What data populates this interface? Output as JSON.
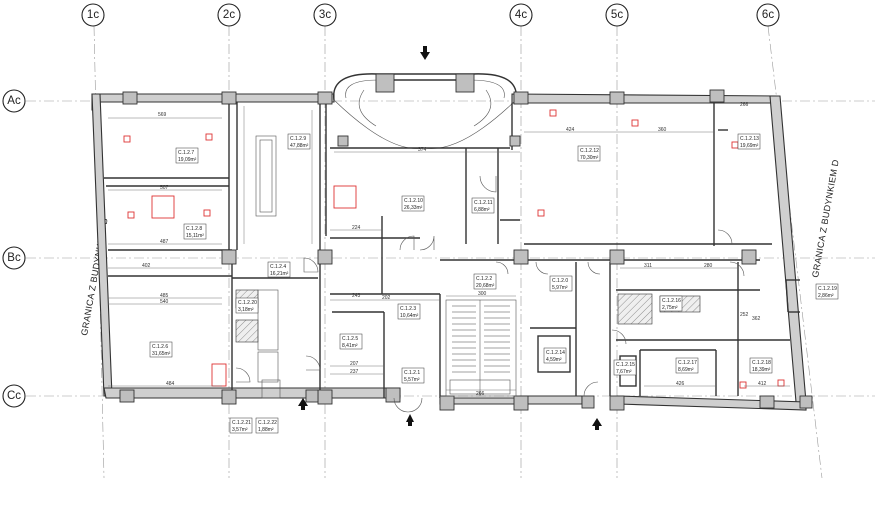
{
  "axes_vertical": [
    "1c",
    "2c",
    "3c",
    "4c",
    "5c",
    "6c"
  ],
  "axes_horizontal": [
    "Ac",
    "Bc",
    "Cc"
  ],
  "side_labels": {
    "left": "GRANICA Z BUDYNKIEM B",
    "right": "GRANICA Z BUDYNKIEM D"
  },
  "rooms": [
    {
      "id": "C.1.2.7",
      "area": "19,09m²"
    },
    {
      "id": "C.1.2.8",
      "area": "15,11m²"
    },
    {
      "id": "C.1.2.9",
      "area": "47,88m²"
    },
    {
      "id": "C.1.2.10",
      "area": "26,33m²"
    },
    {
      "id": "C.1.2.11",
      "area": "6,88m²"
    },
    {
      "id": "C.1.2.12",
      "area": "70,30m²"
    },
    {
      "id": "C.1.2.13",
      "area": "19,69m²"
    },
    {
      "id": "C.1.2.4",
      "area": "16,21m²"
    },
    {
      "id": "C.1.2.6",
      "area": "31,65m²"
    },
    {
      "id": "C.1.2.3",
      "area": "10,64m²"
    },
    {
      "id": "C.1.2.5",
      "area": "8,41m²"
    },
    {
      "id": "C.1.2.2",
      "area": "20,68m²"
    },
    {
      "id": "C.1.2.1",
      "area": "5,57m²"
    },
    {
      "id": "C.1.2.0",
      "area": "5,97m²"
    },
    {
      "id": "C.1.2.14",
      "area": "4,59m²"
    },
    {
      "id": "C.1.2.15",
      "area": "7,67m²"
    },
    {
      "id": "C.1.2.16",
      "area": "2,75m²"
    },
    {
      "id": "C.1.2.17",
      "area": "8,69m²"
    },
    {
      "id": "C.1.2.18",
      "area": "18,39m²"
    },
    {
      "id": "C.1.2.19",
      "area": "2,86m²"
    },
    {
      "id": "C.1.2.20",
      "area": "3,18m²"
    },
    {
      "id": "C.1.2.21",
      "area": "3,57m²"
    },
    {
      "id": "C.1.2.22",
      "area": "1,88m²"
    }
  ],
  "dimensions": {
    "top_left": "569",
    "mid_left": "507",
    "low_left": "487",
    "strip_left": "402",
    "row1_left": "485",
    "row2_left": "540",
    "bottom_left": "484",
    "core_a": "224",
    "core_b": "243",
    "core_c": "202",
    "stair_w": "300",
    "stair_bottom": "266",
    "right_a": "424",
    "right_b": "360",
    "right_c": "311",
    "right_d": "280",
    "right_e": "426",
    "right_f": "412",
    "right_g": "362",
    "right_h": "252",
    "small_a": "207",
    "small_b": "237",
    "top_core": "374",
    "top_corner": "266"
  }
}
